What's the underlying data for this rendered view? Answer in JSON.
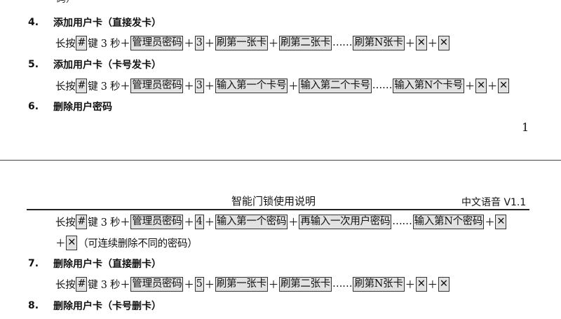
{
  "page1": {
    "cut_text": "码）",
    "sections": [
      {
        "num": "4.",
        "title": "添加用户卡（直接发卡）",
        "seq": [
          [
            "t",
            "长按"
          ],
          [
            "b",
            "#"
          ],
          [
            "t",
            "键 3 秒＋"
          ],
          [
            "b",
            "管理员密码"
          ],
          [
            "t",
            "＋"
          ],
          [
            "b",
            "3"
          ],
          [
            "t",
            "＋"
          ],
          [
            "b",
            "刷第一张卡"
          ],
          [
            "t",
            "＋"
          ],
          [
            "b",
            "刷第二张卡"
          ],
          [
            "t",
            "……"
          ],
          [
            "b",
            "刷第N张卡"
          ],
          [
            "t",
            "＋"
          ],
          [
            "b",
            "✕"
          ],
          [
            "t",
            "＋"
          ],
          [
            "b",
            "✕"
          ]
        ]
      },
      {
        "num": "5.",
        "title": "添加用户卡（卡号发卡）",
        "seq": [
          [
            "t",
            "长按"
          ],
          [
            "b",
            "#"
          ],
          [
            "t",
            "键 3 秒＋"
          ],
          [
            "b",
            "管理员密码"
          ],
          [
            "t",
            "＋"
          ],
          [
            "b",
            "3"
          ],
          [
            "t",
            "＋"
          ],
          [
            "b",
            "输入第一个卡号"
          ],
          [
            "t",
            "＋"
          ],
          [
            "b",
            "输入第二个卡号"
          ],
          [
            "t",
            "……"
          ],
          [
            "b",
            "输入第N个卡号"
          ],
          [
            "t",
            "＋"
          ],
          [
            "b",
            "✕"
          ],
          [
            "t",
            "＋"
          ],
          [
            "b",
            "✕"
          ]
        ]
      },
      {
        "num": "6.",
        "title": "删除用户密码"
      }
    ],
    "page_number": "1"
  },
  "page2": {
    "header_title": "智能门锁使用说明",
    "header_right": "中文语音 V1.1",
    "seq6_line1": [
      [
        "t",
        "长按"
      ],
      [
        "b",
        "#"
      ],
      [
        "t",
        "键 3 秒＋"
      ],
      [
        "b",
        "管理员密码"
      ],
      [
        "t",
        "＋"
      ],
      [
        "b",
        "4"
      ],
      [
        "t",
        "＋"
      ],
      [
        "b",
        "输入第一个密码"
      ],
      [
        "t",
        "＋"
      ],
      [
        "b",
        "再输入一次用户密码"
      ],
      [
        "t",
        "……"
      ],
      [
        "b",
        "输入第N个密码"
      ],
      [
        "t",
        "＋"
      ],
      [
        "b",
        "✕"
      ]
    ],
    "seq6_line2": [
      [
        "t",
        "＋"
      ],
      [
        "b",
        "✕"
      ],
      [
        "t",
        "（可连续删除不同的密码）"
      ]
    ],
    "sections": [
      {
        "num": "7.",
        "title": "删除用户卡（直接删卡）",
        "seq": [
          [
            "t",
            "长按"
          ],
          [
            "b",
            "#"
          ],
          [
            "t",
            "键 3 秒＋"
          ],
          [
            "b",
            "管理员密码"
          ],
          [
            "t",
            "＋"
          ],
          [
            "b",
            "5"
          ],
          [
            "t",
            "＋"
          ],
          [
            "b",
            "刷第一张卡"
          ],
          [
            "t",
            "＋"
          ],
          [
            "b",
            "刷第二张卡"
          ],
          [
            "t",
            "……"
          ],
          [
            "b",
            "刷第N张卡"
          ],
          [
            "t",
            "＋"
          ],
          [
            "b",
            "✕"
          ],
          [
            "t",
            "＋"
          ],
          [
            "b",
            "✕"
          ]
        ]
      },
      {
        "num": "8.",
        "title": "删除用户卡（卡号删卡）"
      }
    ]
  }
}
